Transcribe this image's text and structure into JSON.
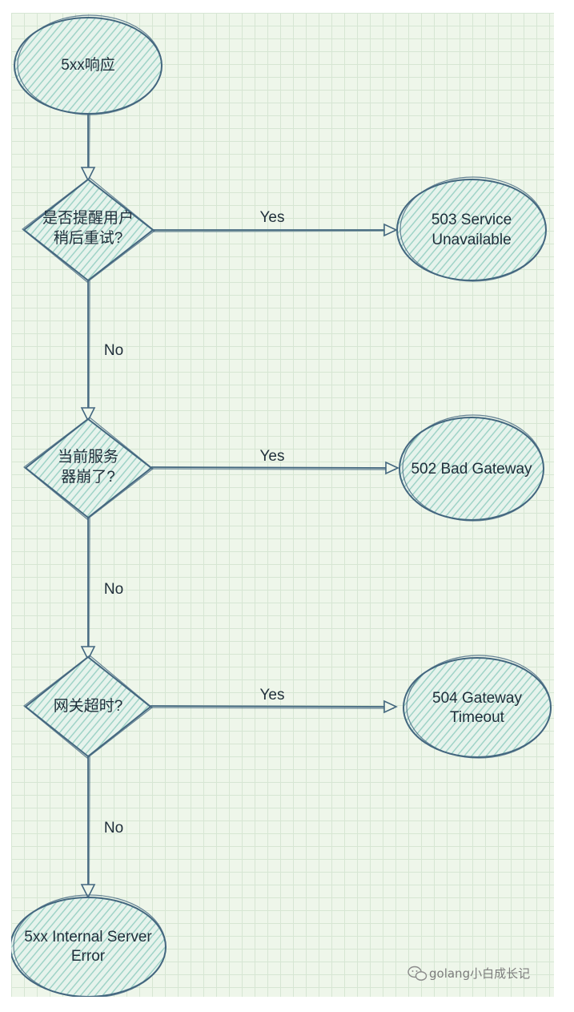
{
  "nodes": {
    "start": {
      "lines": [
        "5xx响应"
      ]
    },
    "decision1": {
      "lines": [
        "是否提醒用户",
        "稍后重试?"
      ]
    },
    "result1": {
      "lines": [
        "503 Service",
        "Unavailable"
      ]
    },
    "decision2": {
      "lines": [
        "当前服务",
        "器崩了?"
      ]
    },
    "result2": {
      "lines": [
        "502 Bad Gateway"
      ]
    },
    "decision3": {
      "lines": [
        "网关超时?"
      ]
    },
    "result3": {
      "lines": [
        "504 Gateway",
        "Timeout"
      ]
    },
    "result4": {
      "lines": [
        "5xx Internal Server",
        "Error"
      ]
    }
  },
  "edges": {
    "d1_yes": "Yes",
    "d1_no": "No",
    "d2_yes": "Yes",
    "d2_no": "No",
    "d3_yes": "Yes",
    "d3_no": "No"
  },
  "watermark": {
    "text": "golang小白成长记",
    "icon": "wechat-icon"
  },
  "colors": {
    "background": "#eef6ea",
    "grid": "#d6e6d3",
    "stroke": "#43677f",
    "hatch": "#9fd3c7"
  }
}
